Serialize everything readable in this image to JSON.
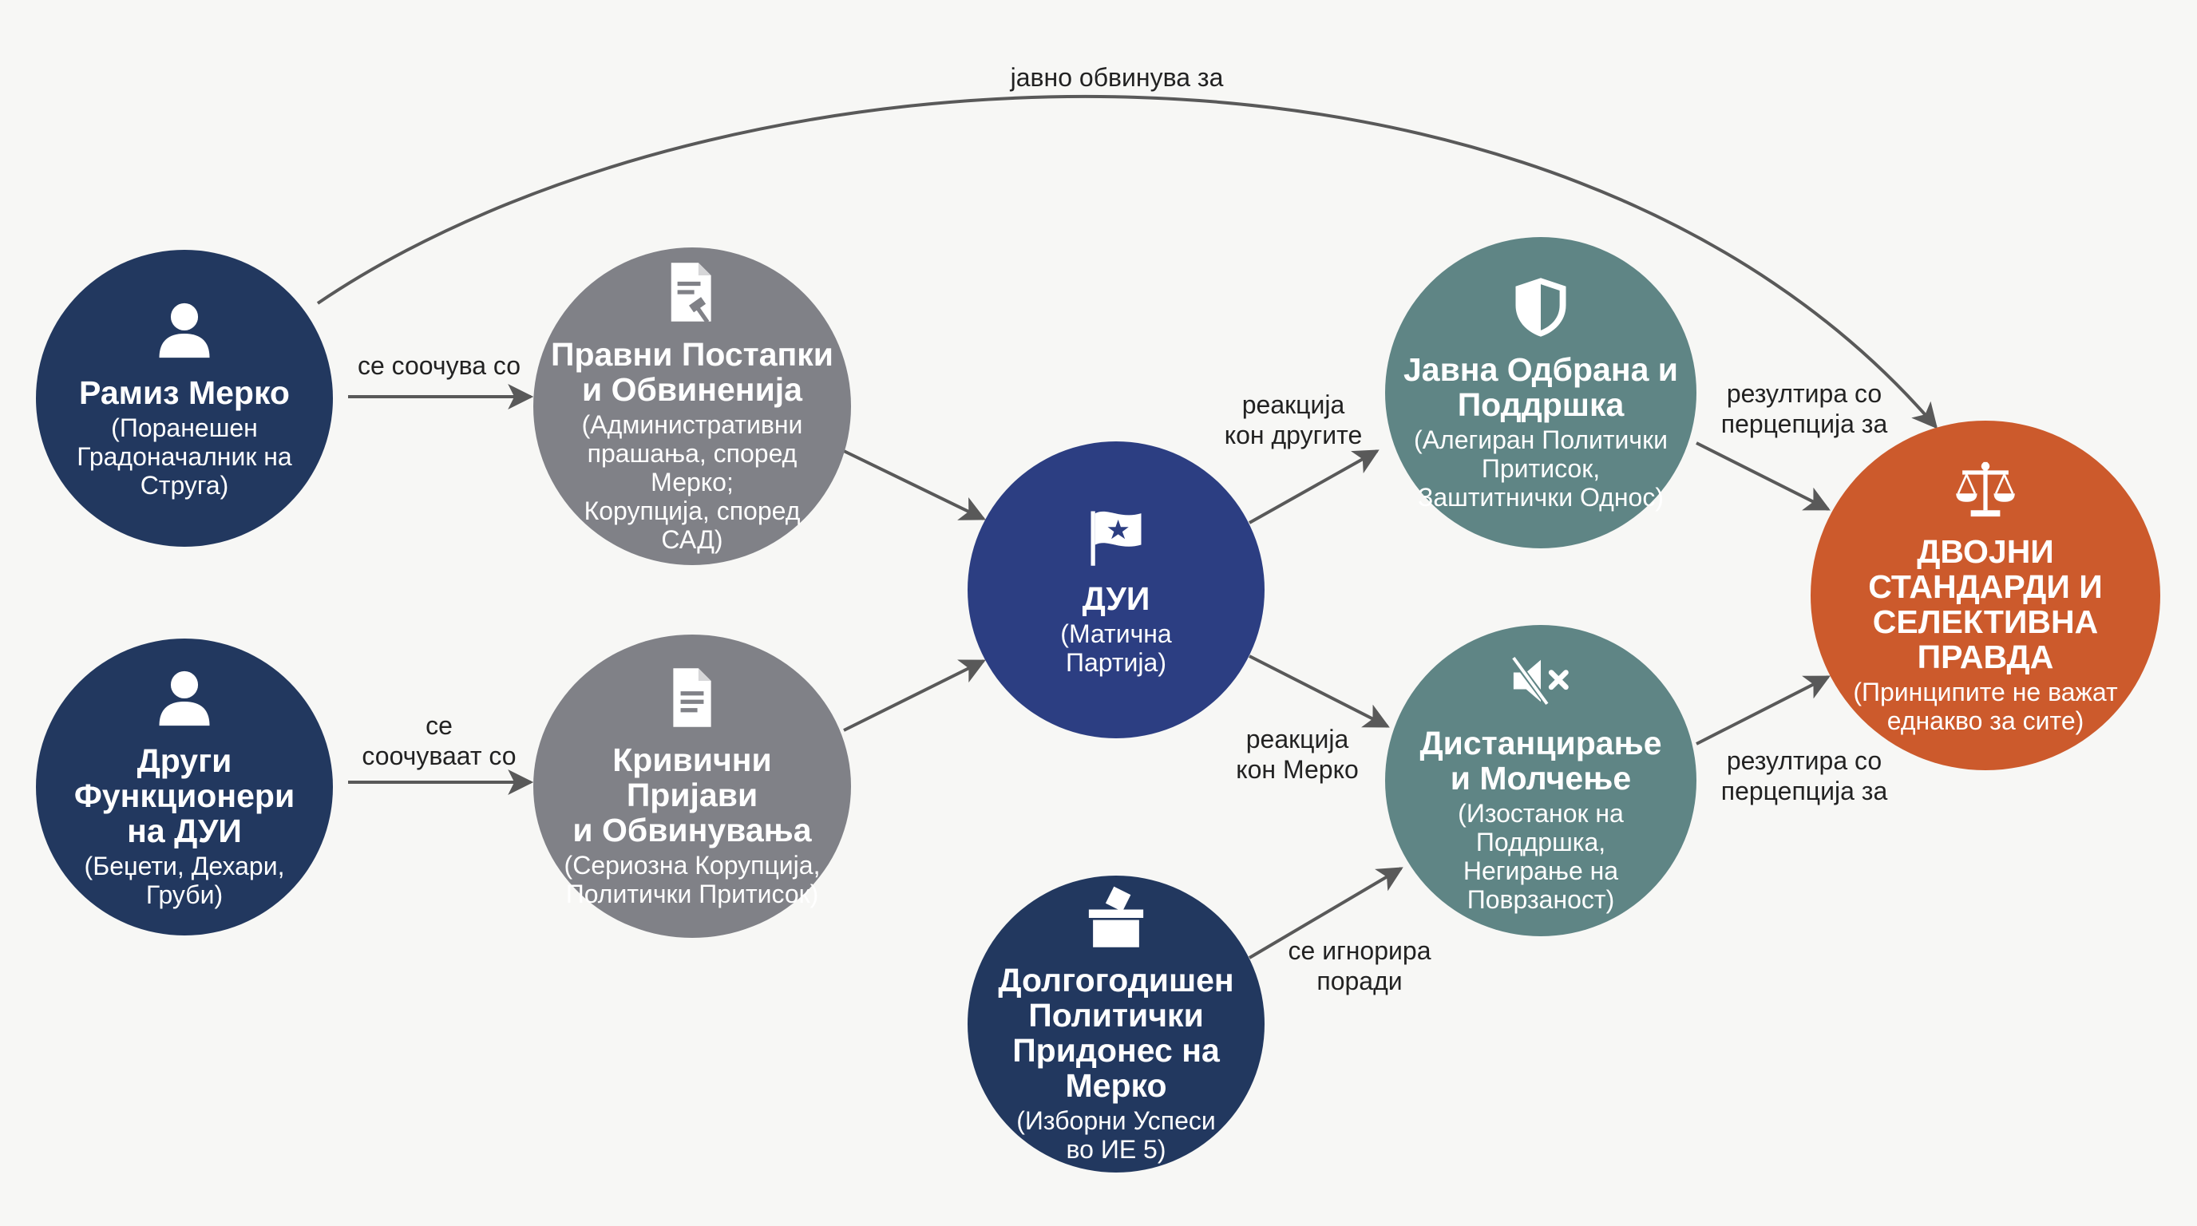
{
  "colors": {
    "navy": "#22385f",
    "gray": "#808187",
    "blue": "#2c3e82",
    "teal": "#5f8585",
    "orange": "#cc5a2c",
    "arrow": "#595959",
    "background": "#f7f7f5"
  },
  "nodes": {
    "merko": {
      "title": "Рамиз Мерко",
      "subtitle": "(Поранешен\nГрадоначалник на\nСтруга)",
      "icon": "person-icon"
    },
    "others": {
      "title": "Други\nФункционери\nна ДУИ",
      "subtitle": "(Беџети, Дехари,\nГруби)",
      "icon": "person-icon"
    },
    "legal": {
      "title": "Правни Постапки\nи Обвиненија",
      "subtitle": "(Административни\nпрашања, според Мерко;\nКорупција, според\nСАД)",
      "icon": "document-gavel-icon"
    },
    "criminal": {
      "title": "Кривични Пријави\nи Обвинувања",
      "subtitle": "(Сериозна Корупција,\nПолитички Притисок)",
      "icon": "document-icon"
    },
    "dui": {
      "title": "ДУИ",
      "subtitle": "(Матична\nПартија)",
      "icon": "flag-icon"
    },
    "contribution": {
      "title": "Долгогодишен\nПолитички\nПридонес на Мерко",
      "subtitle": "(Изборни Успеси\nво ИЕ 5)",
      "icon": "ballot-box-icon"
    },
    "defense": {
      "title": "Јавна Одбрана и\nПоддршка",
      "subtitle": "(Алегиран Политички\nПритисок,\nЗаштитнички Однос)",
      "icon": "shield-icon"
    },
    "distancing": {
      "title": "Дистанцирање\nи Молчење",
      "subtitle": "(Изостанок на Поддршка,\nНегирање на\nПоврзаност)",
      "icon": "mute-icon"
    },
    "double": {
      "title": "ДВОЈНИ\nСТАНДАРДИ И\nСЕЛЕКТИВНА\nПРАВДА",
      "subtitle": "(Принципите не важат\nеднакво за сите)",
      "icon": "scales-icon"
    }
  },
  "edges": {
    "accuses": "јавно обвинува за",
    "merko_faces": "се соочува со",
    "others_face": "се\nсоочуваат со",
    "reaction_others": "реакција\nкон другите",
    "reaction_merko": "реакција\nкон Мерко",
    "ignored": "се игнорира\nпоради",
    "results_1": "резултира со\nперцепција за",
    "results_2": "резултира со\nперцепција за"
  }
}
